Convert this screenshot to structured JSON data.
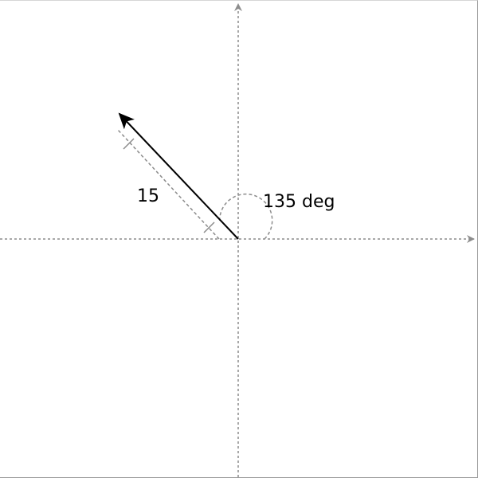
{
  "vector": {
    "magnitude_label": "15",
    "angle_label": "135 deg",
    "magnitude": 15,
    "angle_deg": 135
  },
  "colors": {
    "vector": "#000000",
    "axes": "#8c8c8c",
    "background": "#ffffff"
  }
}
